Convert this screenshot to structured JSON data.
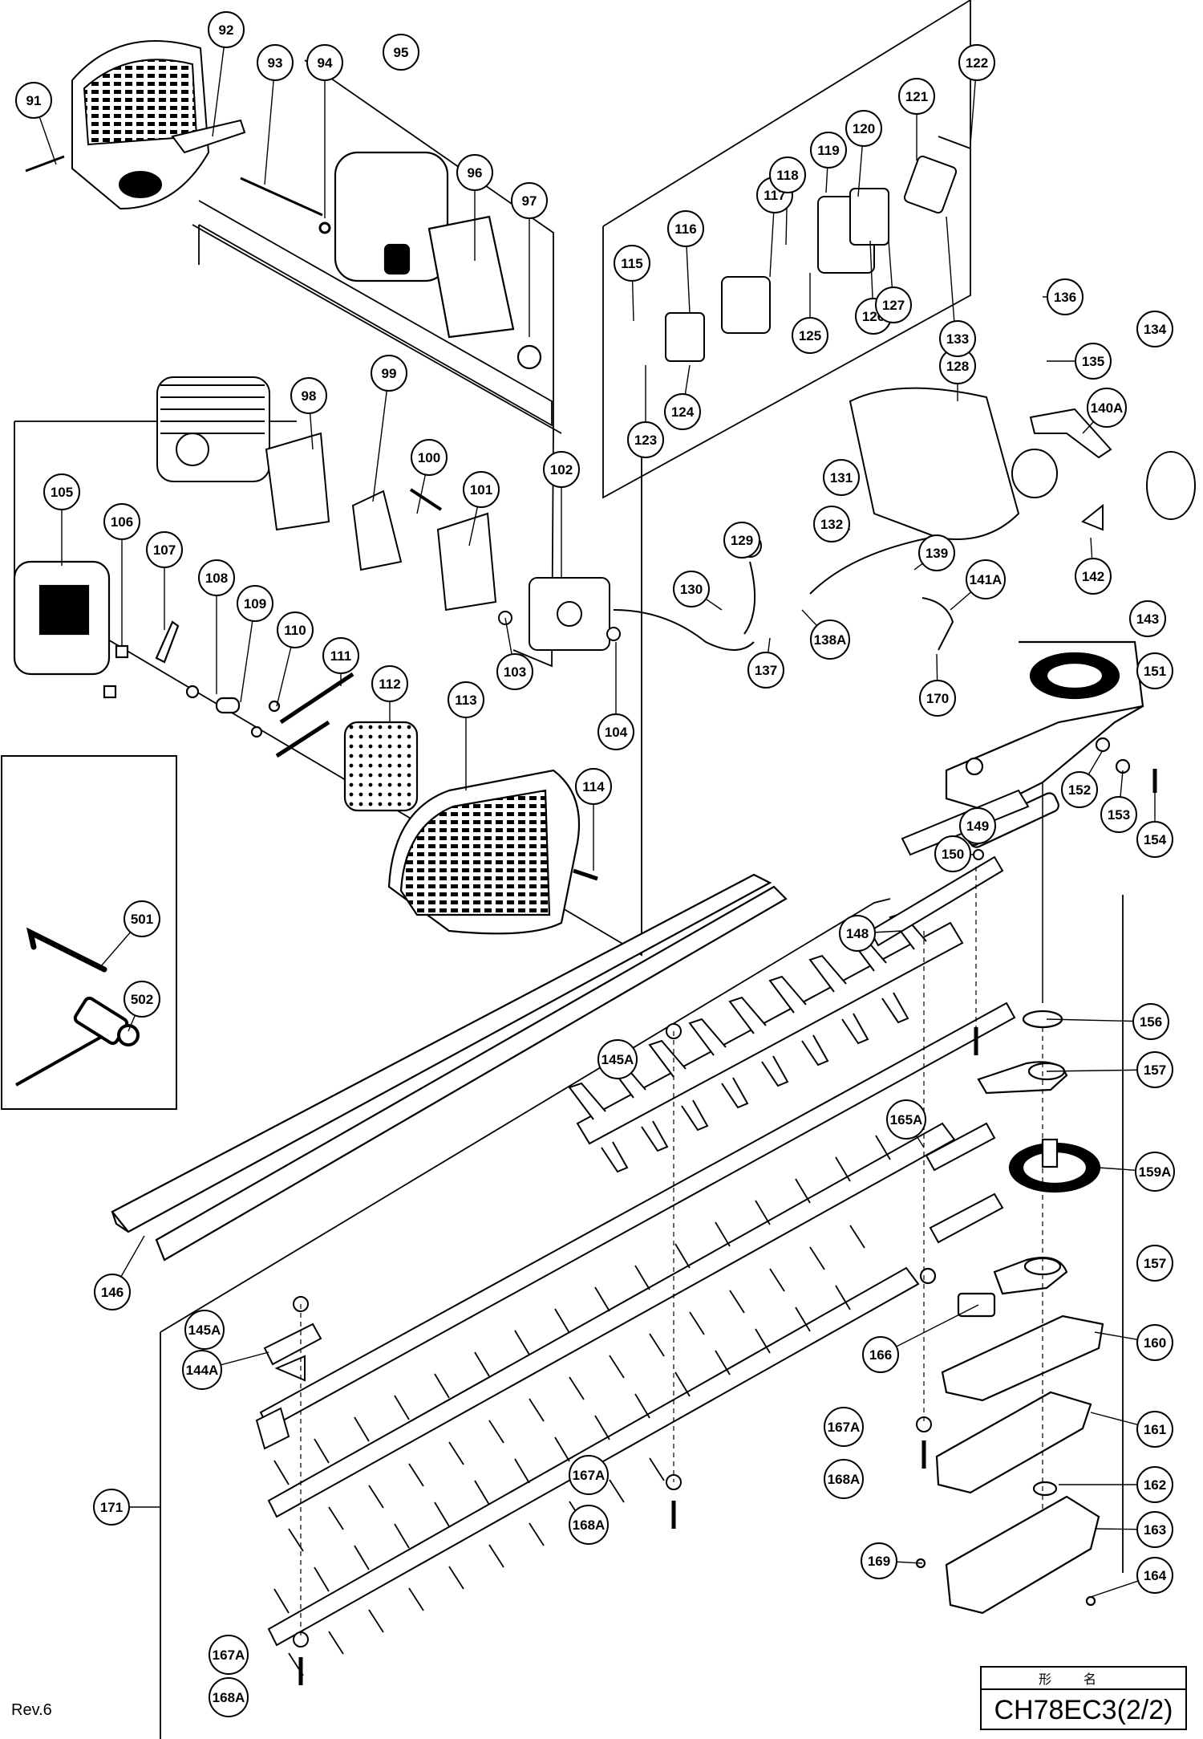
{
  "parts": [
    "91",
    "92",
    "93",
    "94",
    "95",
    "96",
    "97",
    "98",
    "99",
    "100",
    "101",
    "102",
    "103",
    "104",
    "105",
    "106",
    "107",
    "108",
    "109",
    "110",
    "111",
    "112",
    "113",
    "114",
    "115",
    "116",
    "117",
    "118",
    "119",
    "120",
    "121",
    "122",
    "123",
    "124",
    "125",
    "126",
    "127",
    "128",
    "129",
    "130",
    "131",
    "132",
    "133",
    "134",
    "135",
    "136",
    "137",
    "138A",
    "139",
    "140A",
    "141A",
    "142",
    "143",
    "144A",
    "145A",
    "145A",
    "146",
    "148",
    "149",
    "150",
    "151",
    "152",
    "153",
    "154",
    "156",
    "157",
    "157",
    "159A",
    "160",
    "161",
    "162",
    "163",
    "164",
    "165A",
    "166",
    "167A",
    "167A",
    "167A",
    "168A",
    "168A",
    "168A",
    "169",
    "170",
    "171",
    "501",
    "502"
  ],
  "title_block": {
    "label": "形名",
    "model": "CH78EC3(2/2)"
  },
  "revision": "Rev.6"
}
